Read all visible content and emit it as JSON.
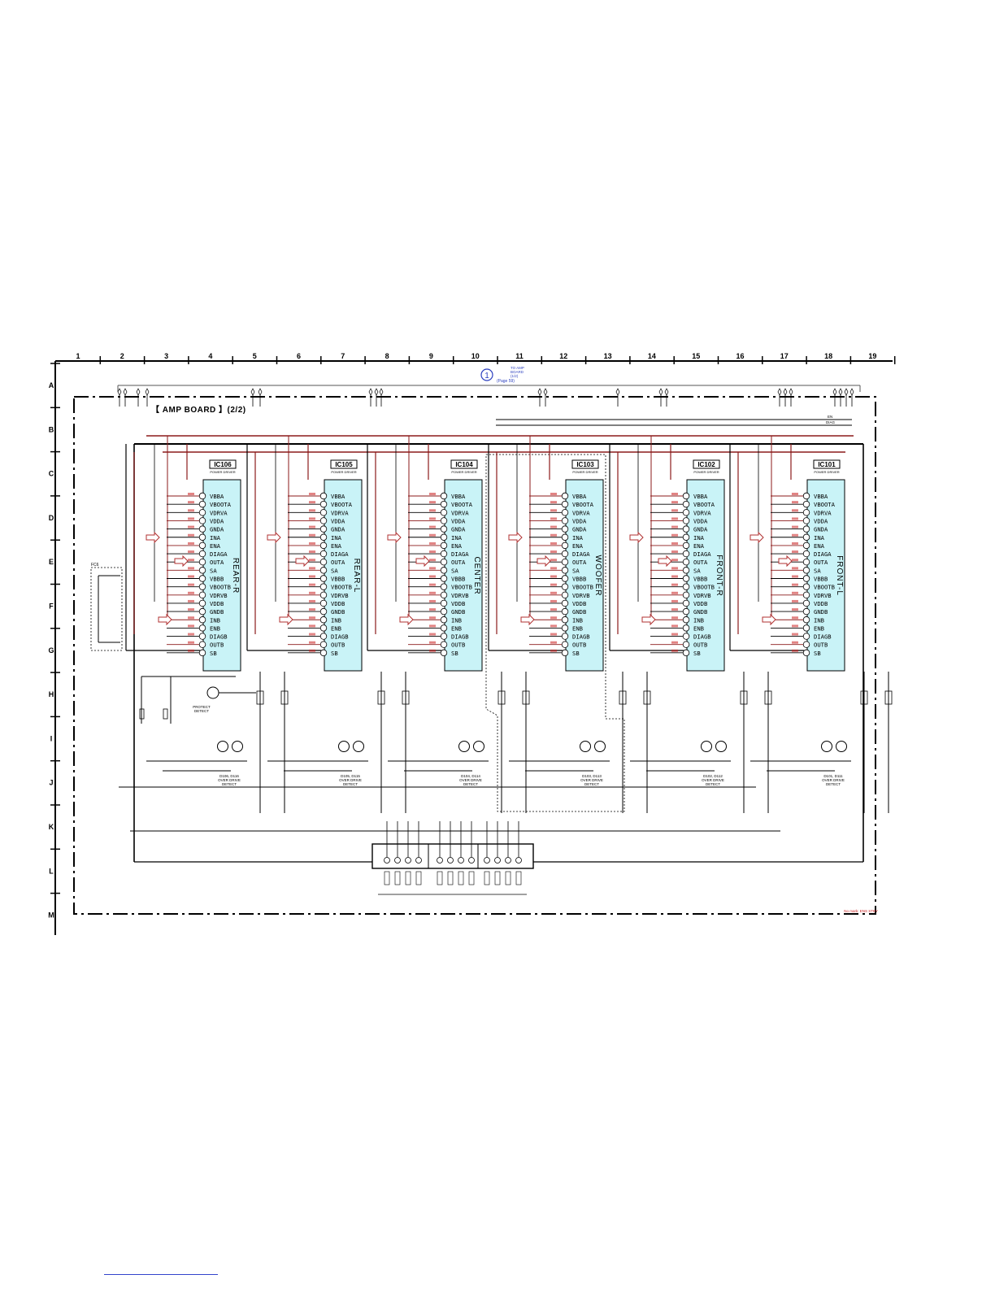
{
  "grid": {
    "columns": [
      "1",
      "2",
      "3",
      "4",
      "5",
      "6",
      "7",
      "8",
      "9",
      "10",
      "11",
      "12",
      "13",
      "14",
      "15",
      "16",
      "17",
      "18",
      "19"
    ],
    "rows": [
      "A",
      "B",
      "C",
      "D",
      "E",
      "F",
      "G",
      "H",
      "I",
      "J",
      "K",
      "L",
      "M"
    ]
  },
  "board_title": "【 AMP BOARD 】(2/2)",
  "connector_ref": {
    "number": "1",
    "line1": "TO AMP",
    "line2": "BOARD",
    "line3": "(1/2)",
    "line4": "(Page 59)"
  },
  "top_right_labels": [
    "EN",
    "DIAG"
  ],
  "fc_label": "FC6",
  "pins": [
    "VBBA",
    "VBOOTA",
    "VDRVA",
    "VDDA",
    "GNDA",
    "INA",
    "ENA",
    "DIAGA",
    "OUTA",
    "SA",
    "VBBB",
    "VBOOTB",
    "VDRVB",
    "VDDB",
    "GNDB",
    "INB",
    "ENB",
    "DIAGB",
    "OUTB",
    "SB"
  ],
  "ic_subtitle": "POWER DRIVER",
  "ics": [
    {
      "ref": "IC106",
      "channel": "REAR-R"
    },
    {
      "ref": "IC105",
      "channel": "REAR-L"
    },
    {
      "ref": "IC104",
      "channel": "CENTER"
    },
    {
      "ref": "IC103",
      "channel": "WOOFER"
    },
    {
      "ref": "IC102",
      "channel": "FRONT-R"
    },
    {
      "ref": "IC101",
      "channel": "FRONT-L"
    }
  ],
  "protect": {
    "line1": "PROTECT",
    "line2": "DETECT"
  },
  "overdrive": [
    {
      "ref": "D106, D116",
      "line2": "OVER DRIVE",
      "line3": "DETECT"
    },
    {
      "ref": "D105, D115",
      "line2": "OVER DRIVE",
      "line3": "DETECT"
    },
    {
      "ref": "D104, D114",
      "line2": "OVER DRIVE",
      "line3": "DETECT"
    },
    {
      "ref": "D103, D113",
      "line2": "OVER DRIVE",
      "line3": "DETECT"
    },
    {
      "ref": "D102, D112",
      "line2": "OVER DRIVE",
      "line3": "DETECT"
    },
    {
      "ref": "D101, D111",
      "line2": "OVER DRIVE",
      "line3": "DETECT"
    }
  ],
  "footer_note": "No mark: ENS STBY",
  "colors": {
    "wire": "#000000",
    "power_wire": "#8b1a1a",
    "arrow": "#b03030",
    "ic_fill": "#c9f3f7",
    "ref_blue": "#2b3fbf",
    "voltage": "#c81e1e"
  }
}
